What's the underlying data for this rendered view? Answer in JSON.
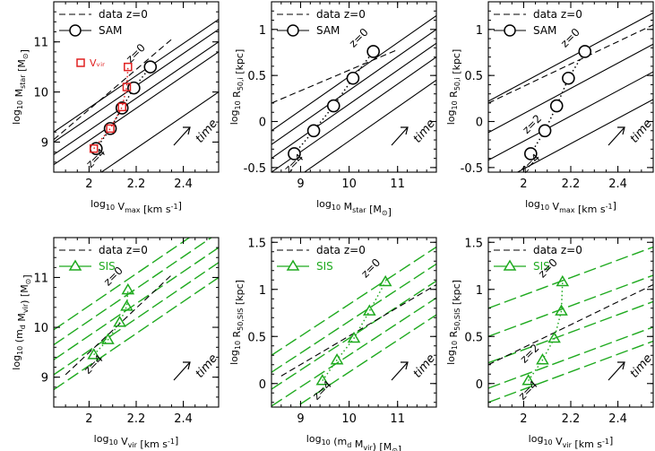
{
  "figure": {
    "panel_count": 6
  },
  "colors": {
    "black": "#000000",
    "sam_red": "#e02020",
    "sis_green": "#1faa1f"
  },
  "chart_data": [
    {
      "type": "line",
      "panel": "top-left",
      "xlabel": "log₁₀ Vₘₐₓ [km s⁻¹]",
      "ylabel": "log₁₀ Mₛₜₐᵣ [M⊙]",
      "xlim": [
        1.85,
        2.55
      ],
      "ylim": [
        8.4,
        11.8
      ],
      "xticks": [
        "2",
        "2.2",
        "2.4"
      ],
      "xtick_values": [
        2.0,
        2.2,
        2.4
      ],
      "yticks": [
        "9",
        "10",
        "11"
      ],
      "ytick_values": [
        9,
        10,
        11
      ],
      "legend": [
        {
          "label": "data z=0",
          "style": "dashed-black"
        },
        {
          "label": "SAM",
          "style": "open-circle-black"
        },
        {
          "label": "Vᵥᵢᵣ",
          "style": "open-square-red"
        }
      ],
      "series": [
        {
          "name": "data z=0",
          "style": "dashed",
          "x": [
            1.85,
            2.35
          ],
          "y": [
            9.05,
            11.05
          ]
        },
        {
          "name": "SAM",
          "marker": "circle",
          "x": [
            2.03,
            2.09,
            2.14,
            2.19,
            2.26
          ],
          "y": [
            8.87,
            9.27,
            9.68,
            10.08,
            10.5
          ]
        },
        {
          "name": "Vᵥᵢᵣ",
          "marker": "square",
          "x": [
            2.02,
            2.09,
            2.14,
            2.16,
            2.165
          ],
          "y": [
            8.87,
            9.27,
            9.7,
            10.1,
            10.5
          ]
        }
      ],
      "fit_lines": [
        {
          "x": [
            1.85,
            2.55
          ],
          "y": [
            9.2,
            11.45
          ]
        },
        {
          "x": [
            1.85,
            2.55
          ],
          "y": [
            9.0,
            11.25
          ]
        },
        {
          "x": [
            1.85,
            2.55
          ],
          "y": [
            8.75,
            11.0
          ]
        },
        {
          "x": [
            1.85,
            2.55
          ],
          "y": [
            8.55,
            10.8
          ]
        },
        {
          "x": [
            1.85,
            2.55
          ],
          "y": [
            7.75,
            10.0
          ]
        }
      ],
      "annotations": [
        "z=0",
        "z=4",
        "time"
      ]
    },
    {
      "type": "line",
      "panel": "top-middle",
      "xlabel": "log₁₀ Mₛₜₐᵣ [M⊙]",
      "ylabel": "log₁₀ R₅₀,ᵢ [kpc]",
      "xlim": [
        8.4,
        11.8
      ],
      "ylim": [
        -0.55,
        1.3
      ],
      "xticks": [
        "9",
        "10",
        "11"
      ],
      "xtick_values": [
        9,
        10,
        11
      ],
      "yticks": [
        "-0.5",
        "0",
        "0.5",
        "1"
      ],
      "ytick_values": [
        -0.5,
        0,
        0.5,
        1
      ],
      "legend": [
        {
          "label": "data z=0",
          "style": "dashed-black"
        },
        {
          "label": "SAM",
          "style": "open-circle-black"
        }
      ],
      "series": [
        {
          "name": "data z=0",
          "style": "dashed",
          "x": [
            8.4,
            11.0
          ],
          "y": [
            0.2,
            0.78
          ]
        },
        {
          "name": "SAM",
          "marker": "circle",
          "x": [
            8.87,
            9.27,
            9.68,
            10.08,
            10.5
          ],
          "y": [
            -0.35,
            -0.1,
            0.17,
            0.47,
            0.76
          ]
        }
      ],
      "fit_lines": [
        {
          "x": [
            8.4,
            11.8
          ],
          "y": [
            -0.1,
            1.15
          ]
        },
        {
          "x": [
            8.4,
            11.8
          ],
          "y": [
            -0.25,
            1.0
          ]
        },
        {
          "x": [
            8.4,
            11.8
          ],
          "y": [
            -0.4,
            0.85
          ]
        },
        {
          "x": [
            8.4,
            11.8
          ],
          "y": [
            -0.55,
            0.7
          ]
        },
        {
          "x": [
            8.4,
            11.8
          ],
          "y": [
            -0.8,
            0.45
          ]
        }
      ],
      "annotations": [
        "z=0",
        "z=4",
        "time"
      ]
    },
    {
      "type": "line",
      "panel": "top-right",
      "xlabel": "log₁₀ Vₘₐₓ [km s⁻¹]",
      "ylabel": "log₁₀ R₅₀,ᵢ [kpc]",
      "xlim": [
        1.85,
        2.55
      ],
      "ylim": [
        -0.55,
        1.3
      ],
      "xticks": [
        "2",
        "2.2",
        "2.4"
      ],
      "xtick_values": [
        2.0,
        2.2,
        2.4
      ],
      "yticks": [
        "-0.5",
        "0",
        "0.5",
        "1"
      ],
      "ytick_values": [
        -0.5,
        0,
        0.5,
        1
      ],
      "legend": [
        {
          "label": "data z=0",
          "style": "dashed-black"
        },
        {
          "label": "SAM",
          "style": "open-circle-black"
        }
      ],
      "series": [
        {
          "name": "data z=0",
          "style": "dashed",
          "x": [
            1.85,
            2.55
          ],
          "y": [
            0.2,
            1.05
          ]
        },
        {
          "name": "SAM",
          "marker": "circle",
          "x": [
            2.03,
            2.09,
            2.14,
            2.19,
            2.26
          ],
          "y": [
            -0.35,
            -0.1,
            0.17,
            0.47,
            0.76
          ]
        }
      ],
      "fit_lines": [
        {
          "x": [
            1.85,
            2.55
          ],
          "y": [
            0.22,
            1.18
          ]
        },
        {
          "x": [
            1.85,
            2.55
          ],
          "y": [
            -0.12,
            0.84
          ]
        },
        {
          "x": [
            1.85,
            2.55
          ],
          "y": [
            -0.42,
            0.54
          ]
        },
        {
          "x": [
            1.85,
            2.55
          ],
          "y": [
            -0.72,
            0.24
          ]
        }
      ],
      "annotations": [
        "z=0",
        "z=2",
        "z=4",
        "time"
      ]
    },
    {
      "type": "line",
      "panel": "bottom-left",
      "xlabel": "log₁₀ Vᵥᵢᵣ [km s⁻¹]",
      "ylabel": "log₁₀ (m_d Mᵥᵢᵣ) [M⊙]",
      "xlim": [
        1.85,
        2.55
      ],
      "ylim": [
        8.4,
        11.8
      ],
      "xticks": [
        "2",
        "2.2",
        "2.4"
      ],
      "xtick_values": [
        2.0,
        2.2,
        2.4
      ],
      "yticks": [
        "9",
        "10",
        "11"
      ],
      "ytick_values": [
        9,
        10,
        11
      ],
      "legend": [
        {
          "label": "data z=0",
          "style": "dashed-black"
        },
        {
          "label": "SIS",
          "style": "open-triangle-green"
        }
      ],
      "series": [
        {
          "name": "data z=0",
          "style": "dashed",
          "x": [
            1.9,
            2.35
          ],
          "y": [
            9.05,
            11.05
          ]
        },
        {
          "name": "SIS",
          "marker": "triangle",
          "x": [
            2.02,
            2.08,
            2.13,
            2.16,
            2.165
          ],
          "y": [
            9.45,
            9.75,
            10.1,
            10.42,
            10.75
          ]
        }
      ],
      "fit_lines": [
        {
          "x": [
            1.85,
            2.55
          ],
          "y": [
            9.95,
            12.2
          ]
        },
        {
          "x": [
            1.85,
            2.55
          ],
          "y": [
            9.65,
            11.9
          ]
        },
        {
          "x": [
            1.85,
            2.55
          ],
          "y": [
            9.35,
            11.6
          ]
        },
        {
          "x": [
            1.85,
            2.55
          ],
          "y": [
            9.05,
            11.3
          ]
        },
        {
          "x": [
            1.85,
            2.55
          ],
          "y": [
            8.75,
            11.0
          ]
        }
      ],
      "annotations": [
        "z=0",
        "z=4",
        "time"
      ]
    },
    {
      "type": "line",
      "panel": "bottom-middle",
      "xlabel": "log₁₀ (m_d Mᵥᵢᵣ) [M⊙]",
      "ylabel": "log₁₀ R₅₀,ₛᵢₛ [kpc]",
      "xlim": [
        8.4,
        11.8
      ],
      "ylim": [
        -0.25,
        1.55
      ],
      "xticks": [
        "9",
        "10",
        "11"
      ],
      "xtick_values": [
        9,
        10,
        11
      ],
      "yticks": [
        "0",
        "0.5",
        "1",
        "1.5"
      ],
      "ytick_values": [
        0,
        0.5,
        1,
        1.5
      ],
      "legend": [
        {
          "label": "data z=0",
          "style": "dashed-black"
        },
        {
          "label": "SIS",
          "style": "open-triangle-green"
        }
      ],
      "series": [
        {
          "name": "data z=0",
          "style": "dashed",
          "x": [
            8.6,
            11.8
          ],
          "y": [
            0.08,
            1.05
          ]
        },
        {
          "name": "SIS",
          "marker": "triangle",
          "x": [
            9.45,
            9.75,
            10.1,
            10.42,
            10.75
          ],
          "y": [
            0.03,
            0.25,
            0.48,
            0.77,
            1.08
          ]
        }
      ],
      "fit_lines": [
        {
          "x": [
            8.4,
            11.8
          ],
          "y": [
            0.3,
            1.45
          ]
        },
        {
          "x": [
            8.4,
            11.8
          ],
          "y": [
            0.12,
            1.27
          ]
        },
        {
          "x": [
            8.4,
            11.8
          ],
          "y": [
            -0.06,
            1.09
          ]
        },
        {
          "x": [
            8.4,
            11.8
          ],
          "y": [
            -0.24,
            0.91
          ]
        },
        {
          "x": [
            8.4,
            11.8
          ],
          "y": [
            -0.42,
            0.73
          ]
        }
      ],
      "annotations": [
        "z=0",
        "z=4",
        "time"
      ]
    },
    {
      "type": "line",
      "panel": "bottom-right",
      "xlabel": "log₁₀ Vᵥᵢᵣ [km s⁻¹]",
      "ylabel": "log₁₀ R₅₀,ₛᵢₛ [kpc]",
      "xlim": [
        1.85,
        2.55
      ],
      "ylim": [
        -0.25,
        1.55
      ],
      "xticks": [
        "2",
        "2.2",
        "2.4"
      ],
      "xtick_values": [
        2.0,
        2.2,
        2.4
      ],
      "yticks": [
        "0",
        "0.5",
        "1",
        "1.5"
      ],
      "ytick_values": [
        0,
        0.5,
        1,
        1.5
      ],
      "legend": [
        {
          "label": "data z=0",
          "style": "dashed-black"
        },
        {
          "label": "SIS",
          "style": "open-triangle-green"
        }
      ],
      "series": [
        {
          "name": "data z=0",
          "style": "dashed",
          "x": [
            1.85,
            2.55
          ],
          "y": [
            0.2,
            1.05
          ]
        },
        {
          "name": "SIS",
          "marker": "triangle",
          "x": [
            2.02,
            2.08,
            2.13,
            2.16,
            2.165
          ],
          "y": [
            0.03,
            0.25,
            0.48,
            0.77,
            1.08
          ]
        }
      ],
      "fit_lines": [
        {
          "x": [
            1.85,
            2.55
          ],
          "y": [
            0.8,
            1.45
          ]
        },
        {
          "x": [
            1.85,
            2.55
          ],
          "y": [
            0.5,
            1.15
          ]
        },
        {
          "x": [
            1.85,
            2.55
          ],
          "y": [
            0.22,
            0.87
          ]
        },
        {
          "x": [
            1.85,
            2.55
          ],
          "y": [
            -0.05,
            0.6
          ]
        },
        {
          "x": [
            1.85,
            2.55
          ],
          "y": [
            -0.2,
            0.45
          ]
        }
      ],
      "annotations": [
        "z=0",
        "z=2",
        "z=4",
        "time"
      ]
    }
  ]
}
